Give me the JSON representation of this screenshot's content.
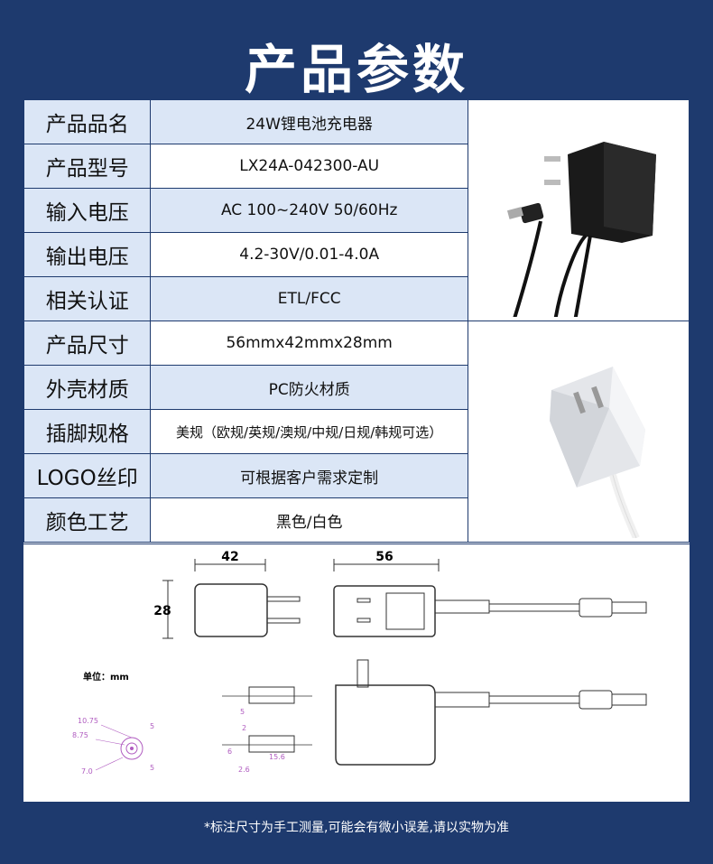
{
  "title": "产品参数",
  "specs": [
    {
      "label": "产品品名",
      "value": "24W锂电池充电器"
    },
    {
      "label": "产品型号",
      "value": "LX24A-042300-AU"
    },
    {
      "label": "输入电压",
      "value": "AC 100~240V 50/60Hz"
    },
    {
      "label": "输出电压",
      "value": "4.2-30V/0.01-4.0A"
    },
    {
      "label": "相关认证",
      "value": "ETL/FCC"
    },
    {
      "label": "产品尺寸",
      "value": "56mmx42mmx28mm"
    },
    {
      "label": "外壳材质",
      "value": "PC防火材质"
    },
    {
      "label": "插脚规格",
      "value": "美规（欧规/英规/澳规/中规/日规/韩规可选）"
    },
    {
      "label": "LOGO丝印",
      "value": "可根据客户需求定制"
    },
    {
      "label": "颜色工艺",
      "value": "黑色/白色"
    }
  ],
  "diagram": {
    "dim_width": "42",
    "dim_length": "56",
    "dim_height": "28",
    "unit_label": "单位：mm",
    "dc_dims": [
      "10.75",
      "8.75",
      "7.0",
      "5",
      "5"
    ],
    "pin_dims": [
      "5",
      "2",
      "6",
      "2.6",
      "15.6"
    ]
  },
  "footnote": "*标注尺寸为手工测量,可能会有微小误差,请以实物为准"
}
